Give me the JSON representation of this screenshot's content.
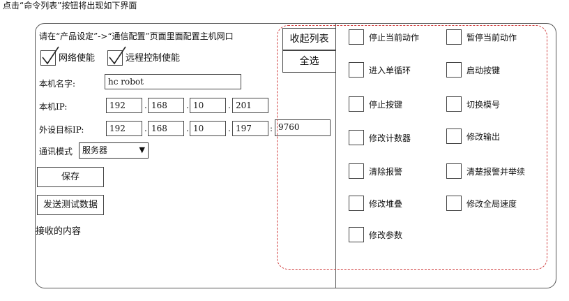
{
  "caption": "点击“命令列表”按钮将出现如下界面",
  "network": {
    "hint": "请在“产品设定”->“通信配置”页面里面配置主机网口",
    "enable_label": "网络使能",
    "remote_label": "远程控制使能",
    "hostname_label": "本机名字:",
    "hostname_value": "hc robot",
    "ip_label": "本机IP:",
    "ip": [
      "192",
      "168",
      "10",
      "201"
    ],
    "target_label": "外设目标IP:",
    "target_ip": [
      "192",
      "168",
      "10",
      "197"
    ],
    "port": "9760",
    "mode_label": "通讯模式",
    "mode_value": "服务器",
    "save_label": "保存",
    "send_label": "发送测试数据",
    "received_label": "接收的内容"
  },
  "list": {
    "collapse_label": "收起列表",
    "select_all_label": "全选",
    "commands": [
      "停止当前动作",
      "暂停当前动作",
      "进入单循环",
      "启动按键",
      "停止按键",
      "切换模号",
      "修改计数器",
      "修改输出",
      "清除报警",
      "清楚报警并举续",
      "修改堆叠",
      "修改全局速度",
      "修改参数"
    ]
  }
}
